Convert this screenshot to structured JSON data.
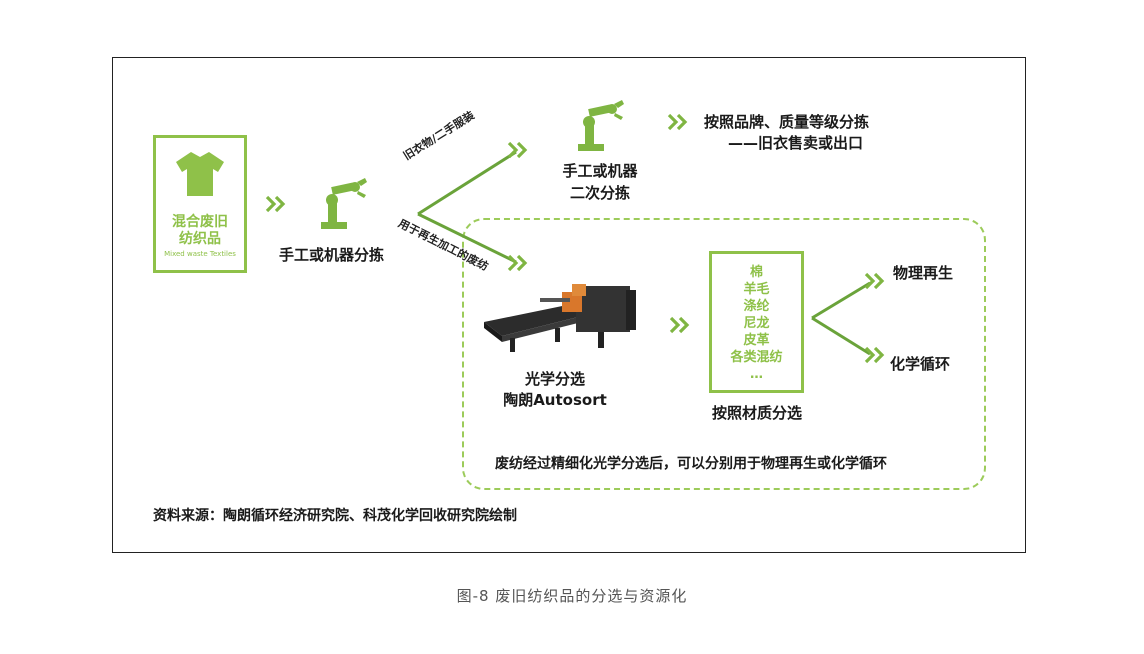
{
  "diagram": {
    "mixed_textiles": {
      "title": "混合废旧纺织品",
      "subtitle": "Mixed waste Textiles"
    },
    "first_sort": {
      "label": "手工或机器分拣"
    },
    "branch_upper": {
      "label": "旧衣物/二手服装"
    },
    "branch_lower": {
      "label": "用于再生加工的废纺"
    },
    "second_sort": {
      "line1": "手工或机器",
      "line2": "二次分拣"
    },
    "upper_result": {
      "line1": "按照品牌、质量等级分拣",
      "line2": "——旧衣售卖或出口"
    },
    "optical_sort": {
      "line1": "光学分选",
      "line2": "陶朗Autosort"
    },
    "materials": {
      "items": [
        "棉",
        "羊毛",
        "涤纶",
        "尼龙",
        "皮革",
        "各类混纺",
        "…"
      ],
      "label": "按照材质分选"
    },
    "physical_recycle": {
      "label": "物理再生"
    },
    "chemical_recycle": {
      "label": "化学循环"
    },
    "dashed_note": {
      "text": "废纺经过精细化光学分选后，可以分别用于物理再生或化学循环"
    },
    "source": {
      "text": "资料来源：陶朗循环经济研究院、科茂化学回收研究院绘制"
    },
    "colors": {
      "accent_green": "#8fc149",
      "dashed_green": "#9ccb5a",
      "robot_green": "#7fb542",
      "machine_orange": "#d9772b"
    },
    "icons": [
      "tshirt-icon",
      "robot-arm-icon",
      "chevron-double-right-icon",
      "sorting-machine-image"
    ]
  },
  "caption": {
    "text": "图-8  废旧纺织品的分选与资源化"
  }
}
